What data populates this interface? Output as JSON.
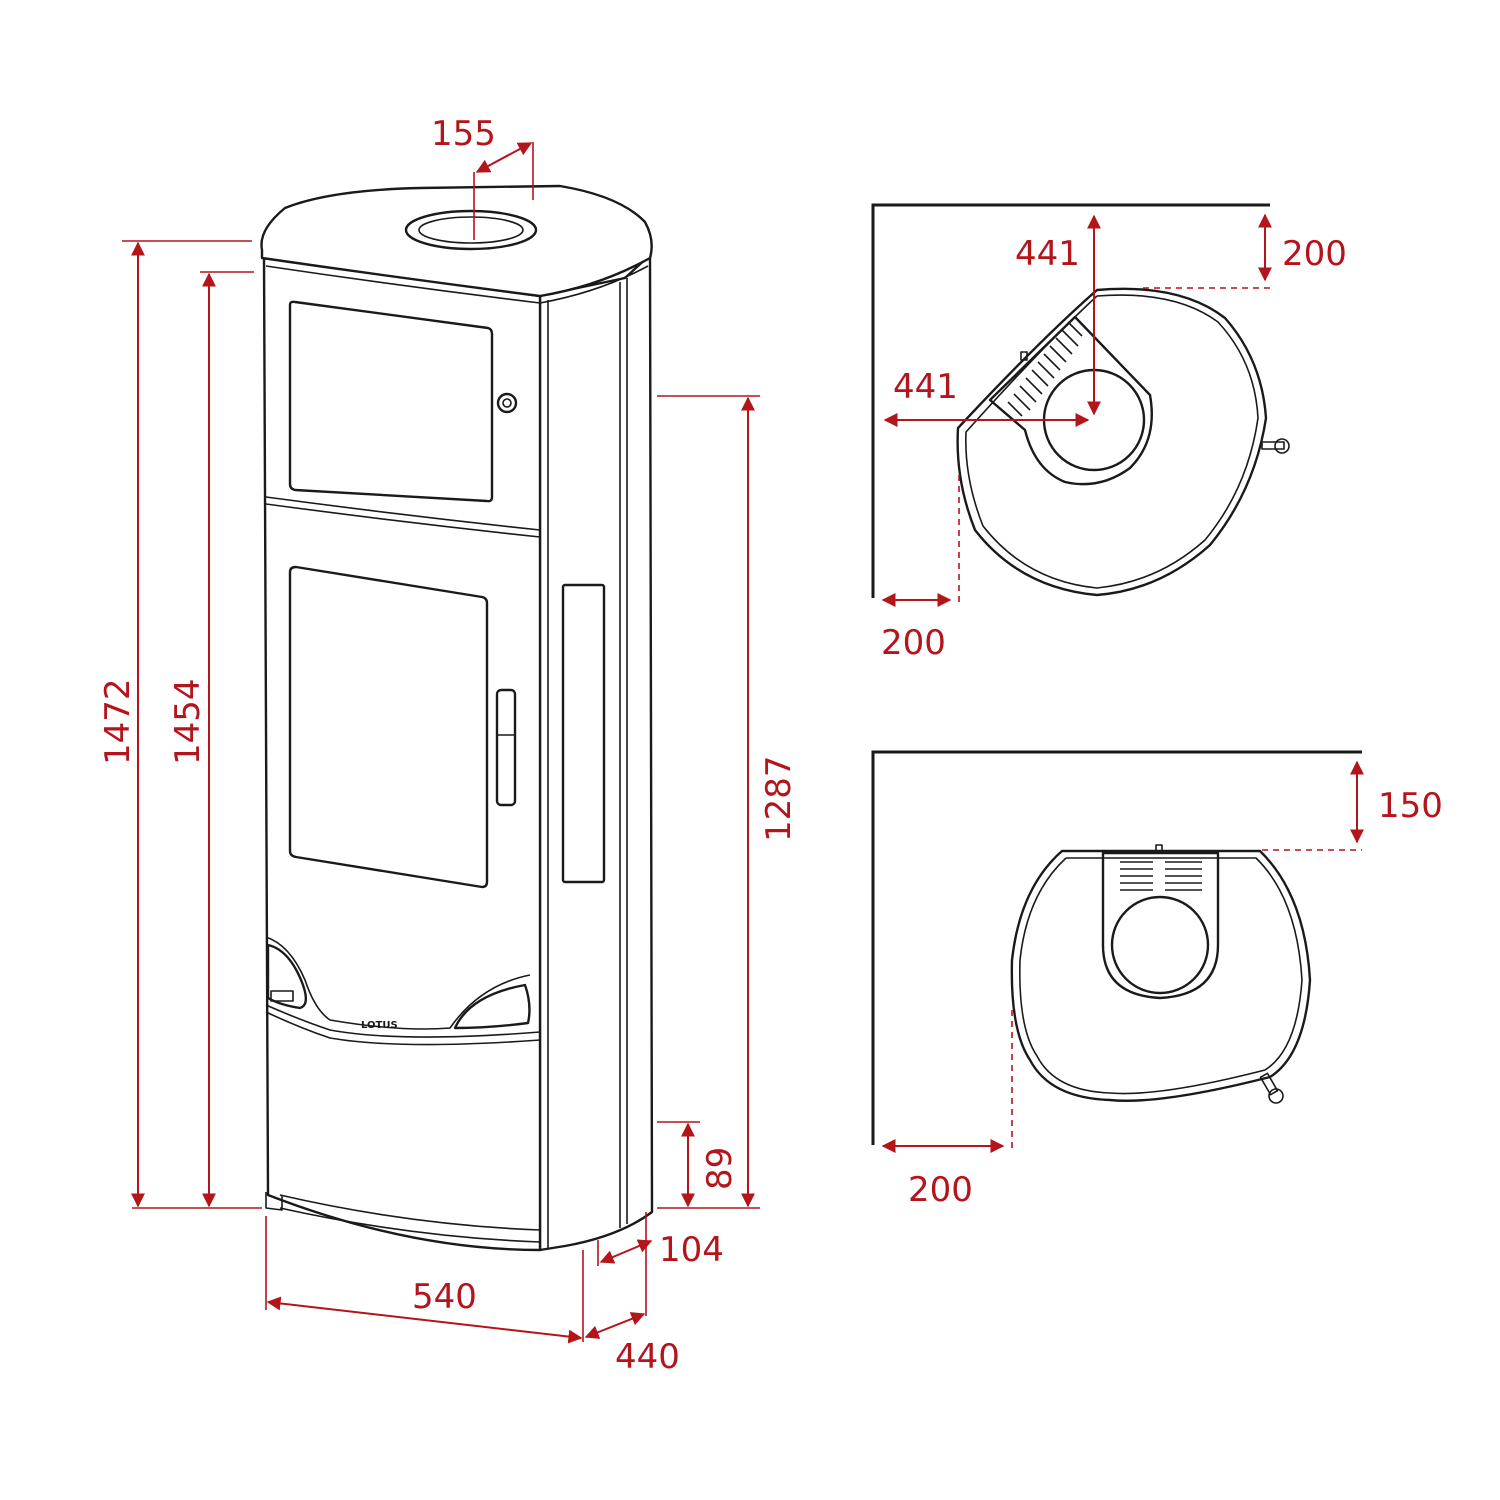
{
  "colors": {
    "dimension": "#b3151b",
    "outline": "#1a1a1a",
    "background": "#ffffff"
  },
  "brand": "LOTUS",
  "dimensions": {
    "flue_offset": "155",
    "total_height": "1472",
    "top_height": "1454",
    "flue_center_height": "1287",
    "air_inlet_height": "89",
    "air_inlet_depth": "104",
    "width": "540",
    "depth": "440"
  },
  "corner_install": {
    "rear_clearance": "200",
    "side_clearance": "200",
    "flue_distance_rear": "441",
    "flue_distance_side": "441"
  },
  "wall_install": {
    "rear_clearance": "150",
    "side_clearance": "200"
  }
}
